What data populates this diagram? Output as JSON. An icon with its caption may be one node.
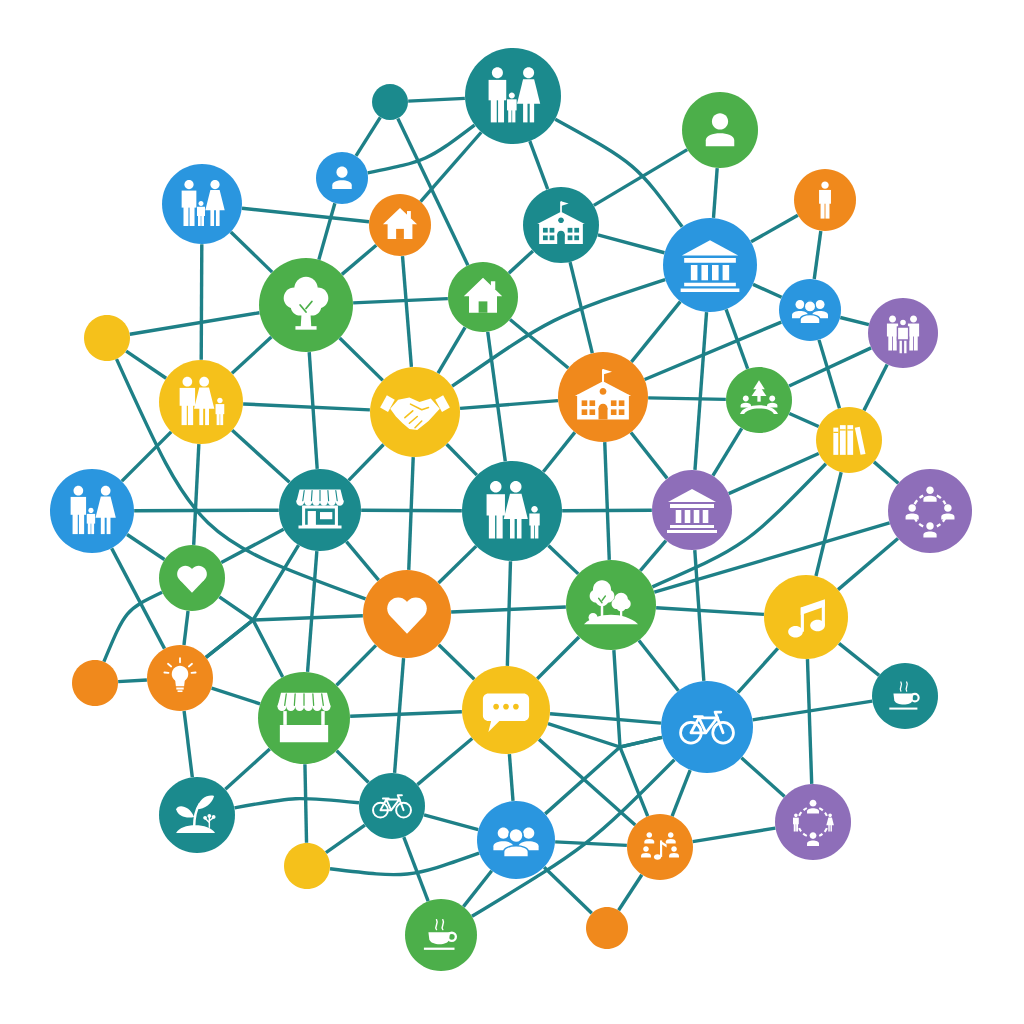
{
  "diagram": {
    "nodes": [
      {
        "text": [],
        "shape": "circle"
      },
      {
        "text": [],
        "shape": "circle"
      },
      {
        "text": [],
        "shape": "circle"
      },
      {
        "text": [],
        "shape": "circle"
      },
      {
        "text": [],
        "shape": "circle"
      },
      {
        "text": [],
        "shape": "circle"
      },
      {
        "text": [],
        "shape": "circle"
      },
      {
        "text": [],
        "shape": "circle"
      },
      {
        "text": [],
        "shape": "circle"
      },
      {
        "text": [],
        "shape": "circle"
      },
      {
        "text": [],
        "shape": "circle"
      },
      {
        "text": [],
        "shape": "circle"
      },
      {
        "text": [],
        "shape": "circle"
      },
      {
        "text": [],
        "shape": "circle"
      },
      {
        "text": [],
        "shape": "circle"
      },
      {
        "text": [],
        "shape": "circle"
      },
      {
        "text": [],
        "shape": "circle"
      },
      {
        "text": [],
        "shape": "circle"
      },
      {
        "text": [],
        "shape": "circle"
      },
      {
        "text": [],
        "shape": "circle"
      },
      {
        "text": [],
        "shape": "circle"
      },
      {
        "text": [],
        "shape": "circle"
      },
      {
        "text": [],
        "shape": "circle"
      },
      {
        "text": [],
        "shape": "circle"
      },
      {
        "text": [],
        "shape": "circle"
      },
      {
        "text": [],
        "shape": "circle"
      },
      {
        "text": [],
        "shape": "circle"
      },
      {
        "text": [],
        "shape": "circle"
      },
      {
        "text": [],
        "shape": "circle"
      },
      {
        "text": [],
        "shape": "circle"
      },
      {
        "text": [],
        "shape": "circle"
      },
      {
        "text": [],
        "shape": "circle"
      },
      {
        "text": [],
        "shape": "circle"
      },
      {
        "text": [],
        "shape": "circle"
      },
      {
        "text": [],
        "shape": "circle"
      },
      {
        "text": [],
        "shape": "circle"
      },
      {
        "text": [],
        "shape": "circle"
      },
      {
        "text": [],
        "shape": "circle"
      },
      {
        "text": [],
        "shape": "circle"
      },
      {
        "text": [],
        "shape": "circle"
      },
      {
        "text": [],
        "shape": "circle"
      },
      {
        "text": [],
        "shape": "circle"
      }
    ],
    "edges": [
      {
        "from": 0,
        "to": 1,
        "arrow": "none"
      },
      {
        "from": 0,
        "to": 3,
        "arrow": "none"
      },
      {
        "from": 0,
        "to": 10,
        "arrow": "none"
      },
      {
        "from": 3,
        "to": 1,
        "arrow": "none"
      },
      {
        "from": 1,
        "to": 5,
        "arrow": "none"
      },
      {
        "from": 1,
        "to": 6,
        "arrow": "none"
      },
      {
        "from": 1,
        "to": 8,
        "arrow": "none"
      },
      {
        "from": 3,
        "to": 9,
        "arrow": "none"
      },
      {
        "from": 4,
        "to": 5,
        "arrow": "none"
      },
      {
        "from": 4,
        "to": 9,
        "arrow": "none"
      },
      {
        "from": 4,
        "to": 14,
        "arrow": "none"
      },
      {
        "from": 5,
        "to": 9,
        "arrow": "none"
      },
      {
        "from": 5,
        "to": 15,
        "arrow": "none"
      },
      {
        "from": 2,
        "to": 6,
        "arrow": "none"
      },
      {
        "from": 2,
        "to": 8,
        "arrow": "none"
      },
      {
        "from": 6,
        "to": 8,
        "arrow": "none"
      },
      {
        "from": 6,
        "to": 10,
        "arrow": "none"
      },
      {
        "from": 6,
        "to": 16,
        "arrow": "none"
      },
      {
        "from": 7,
        "to": 8,
        "arrow": "none"
      },
      {
        "from": 7,
        "to": 11,
        "arrow": "none"
      },
      {
        "from": 8,
        "to": 11,
        "arrow": "none"
      },
      {
        "from": 8,
        "to": 16,
        "arrow": "none"
      },
      {
        "from": 8,
        "to": 17,
        "arrow": "none"
      },
      {
        "from": 8,
        "to": 22,
        "arrow": "none"
      },
      {
        "from": 9,
        "to": 10,
        "arrow": "none"
      },
      {
        "from": 13,
        "to": 9,
        "arrow": "none"
      },
      {
        "from": 9,
        "to": 14,
        "arrow": "none"
      },
      {
        "from": 9,
        "to": 15,
        "arrow": "none"
      },
      {
        "from": 9,
        "to": 20,
        "arrow": "none"
      },
      {
        "from": 10,
        "to": 15,
        "arrow": "none"
      },
      {
        "from": 10,
        "to": 16,
        "arrow": "none"
      },
      {
        "from": 10,
        "to": 21,
        "arrow": "none"
      },
      {
        "from": 11,
        "to": 12,
        "arrow": "none"
      },
      {
        "from": 11,
        "to": 16,
        "arrow": "none"
      },
      {
        "from": 11,
        "to": 18,
        "arrow": "none"
      },
      {
        "from": 12,
        "to": 17,
        "arrow": "none"
      },
      {
        "from": 12,
        "to": 18,
        "arrow": "none"
      },
      {
        "from": 13,
        "to": 14,
        "arrow": "none"
      },
      {
        "from": 13,
        "to": 25,
        "arrow": "none"
      },
      {
        "from": 14,
        "to": 15,
        "arrow": "none"
      },
      {
        "from": 14,
        "to": 19,
        "arrow": "none"
      },
      {
        "from": 14,
        "to": 20,
        "arrow": "none"
      },
      {
        "from": 14,
        "to": 24,
        "arrow": "none"
      },
      {
        "from": 15,
        "to": 8,
        "arrow": "none"
      },
      {
        "from": 15,
        "to": 16,
        "arrow": "none"
      },
      {
        "from": 15,
        "to": 20,
        "arrow": "none"
      },
      {
        "from": 15,
        "to": 21,
        "arrow": "none"
      },
      {
        "from": 15,
        "to": 25,
        "arrow": "none"
      },
      {
        "from": 16,
        "to": 17,
        "arrow": "none"
      },
      {
        "from": 16,
        "to": 21,
        "arrow": "none"
      },
      {
        "from": 16,
        "to": 22,
        "arrow": "none"
      },
      {
        "from": 16,
        "to": 26,
        "arrow": "none"
      },
      {
        "from": 17,
        "to": 18,
        "arrow": "none"
      },
      {
        "from": 17,
        "to": 22,
        "arrow": "none"
      },
      {
        "from": 18,
        "to": 22,
        "arrow": "none"
      },
      {
        "from": 18,
        "to": 23,
        "arrow": "none"
      },
      {
        "from": 18,
        "to": 26,
        "arrow": "none"
      },
      {
        "from": 18,
        "to": 27,
        "arrow": "none"
      },
      {
        "from": 19,
        "to": 20,
        "arrow": "none"
      },
      {
        "from": 19,
        "to": 24,
        "arrow": "none"
      },
      {
        "from": 19,
        "to": 29,
        "arrow": "none"
      },
      {
        "from": 20,
        "to": 21,
        "arrow": "none"
      },
      {
        "from": 24,
        "to": 20,
        "arrow": "none"
      },
      {
        "from": 20,
        "to": 25,
        "arrow": "none"
      },
      {
        "from": 20,
        "to": 30,
        "arrow": "none"
      },
      {
        "from": 20,
        "to": 29,
        "arrow": "none"
      },
      {
        "from": 21,
        "to": 22,
        "arrow": "none"
      },
      {
        "from": 21,
        "to": 25,
        "arrow": "none"
      },
      {
        "from": 21,
        "to": 26,
        "arrow": "none"
      },
      {
        "from": 21,
        "to": 31,
        "arrow": "none"
      },
      {
        "from": 22,
        "to": 26,
        "arrow": "none"
      },
      {
        "from": 22,
        "to": 32,
        "arrow": "none"
      },
      {
        "from": 23,
        "to": 26,
        "arrow": "none"
      },
      {
        "from": 23,
        "to": 27,
        "arrow": "none"
      },
      {
        "from": 24,
        "to": 29,
        "arrow": "none"
      },
      {
        "from": 24,
        "to": 30,
        "arrow": "none"
      },
      {
        "from": 24,
        "to": 28,
        "arrow": "none"
      },
      {
        "from": 25,
        "to": 26,
        "arrow": "none"
      },
      {
        "from": 25,
        "to": 30,
        "arrow": "none"
      },
      {
        "from": 25,
        "to": 31,
        "arrow": "none"
      },
      {
        "from": 25,
        "to": 35,
        "arrow": "none"
      },
      {
        "from": 29,
        "to": 25,
        "arrow": "none"
      },
      {
        "from": 26,
        "to": 27,
        "arrow": "none"
      },
      {
        "from": 26,
        "to": 31,
        "arrow": "none"
      },
      {
        "from": 26,
        "to": 32,
        "arrow": "none"
      },
      {
        "from": 26,
        "to": 37,
        "arrow": "none"
      },
      {
        "from": 27,
        "to": 32,
        "arrow": "none"
      },
      {
        "from": 27,
        "to": 33,
        "arrow": "none"
      },
      {
        "from": 27,
        "to": 38,
        "arrow": "none"
      },
      {
        "from": 28,
        "to": 29,
        "arrow": "none"
      },
      {
        "from": 29,
        "to": 30,
        "arrow": "none"
      },
      {
        "from": 29,
        "to": 34,
        "arrow": "none"
      },
      {
        "from": 30,
        "to": 31,
        "arrow": "none"
      },
      {
        "from": 30,
        "to": 34,
        "arrow": "none"
      },
      {
        "from": 30,
        "to": 35,
        "arrow": "none"
      },
      {
        "from": 30,
        "to": 39,
        "arrow": "none"
      },
      {
        "from": 31,
        "to": 32,
        "arrow": "none"
      },
      {
        "from": 35,
        "to": 31,
        "arrow": "none"
      },
      {
        "from": 31,
        "to": 36,
        "arrow": "none"
      },
      {
        "from": 31,
        "to": 37,
        "arrow": "none"
      },
      {
        "from": 32,
        "to": 33,
        "arrow": "none"
      },
      {
        "from": 32,
        "to": 38,
        "arrow": "none"
      },
      {
        "from": 32,
        "to": 37,
        "arrow": "none"
      },
      {
        "from": 32,
        "to": 36,
        "arrow": "none"
      },
      {
        "from": 40,
        "to": 32,
        "arrow": "none"
      },
      {
        "from": 34,
        "to": 35,
        "arrow": "none"
      },
      {
        "from": 35,
        "to": 36,
        "arrow": "none"
      },
      {
        "from": 35,
        "to": 39,
        "arrow": "none"
      },
      {
        "from": 35,
        "to": 40,
        "arrow": "none"
      },
      {
        "from": 39,
        "to": 36,
        "arrow": "none"
      },
      {
        "from": 40,
        "to": 36,
        "arrow": "none"
      },
      {
        "from": 36,
        "to": 37,
        "arrow": "none"
      },
      {
        "from": 36,
        "to": 41,
        "arrow": "none"
      },
      {
        "from": 37,
        "to": 41,
        "arrow": "none"
      },
      {
        "from": 37,
        "to": 38,
        "arrow": "none"
      },
      {
        "from": 31,
        "to": 32,
        "arrow": "none"
      }
    ]
  }
}
